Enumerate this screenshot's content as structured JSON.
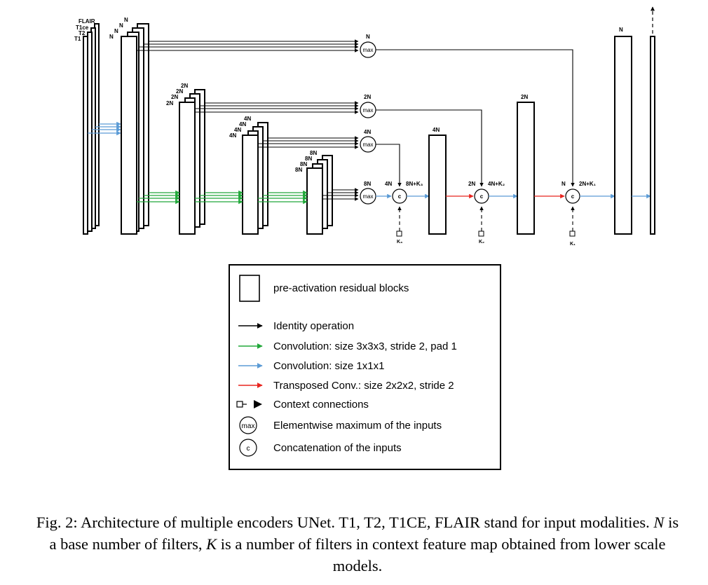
{
  "diagram": {
    "inputs": [
      "FLAIR",
      "T1ce",
      "T2",
      "T1"
    ],
    "encoder_levels": [
      {
        "filters": [
          "N",
          "N",
          "N",
          "N"
        ]
      },
      {
        "filters": [
          "2N",
          "2N",
          "2N",
          "2N"
        ]
      },
      {
        "filters": [
          "4N",
          "4N",
          "4N",
          "4N"
        ]
      },
      {
        "filters": [
          "8N",
          "8N",
          "8N",
          "8N"
        ]
      }
    ],
    "max_ops": [
      {
        "label": "N",
        "text": "max"
      },
      {
        "label": "2N",
        "text": "max"
      },
      {
        "label": "4N",
        "text": "max"
      },
      {
        "label": "8N",
        "text": "max"
      }
    ],
    "concat_ops": [
      {
        "left_label": "4N",
        "right_label": "8N+K₃",
        "text": "c",
        "context": "K₃"
      },
      {
        "left_label": "2N",
        "right_label": "4N+K₂",
        "text": "c",
        "context": "K₂"
      },
      {
        "left_label": "N",
        "right_label": "2N+K₁",
        "text": "c",
        "context": "K₁"
      }
    ],
    "decoder_blocks": [
      "4N",
      "2N",
      "N"
    ],
    "colors": {
      "identity": "#000000",
      "conv_stride2": "#22a83a",
      "conv_1x1": "#5b9bd5",
      "transposed": "#e8251f"
    }
  },
  "legend": {
    "block": "pre-activation residual blocks",
    "identity": "Identity operation",
    "conv_stride2": "Convolution: size 3x3x3, stride 2, pad 1",
    "conv_1x1": "Convolution: size 1x1x1",
    "transposed": "Transposed Conv.: size 2x2x2, stride 2",
    "context": "Context connections",
    "max": "Elementwise maximum of the inputs",
    "max_symbol": "max",
    "concat": "Concatenation of the inputs",
    "concat_symbol": "c"
  },
  "caption": {
    "p1": "Fig. 2: Architecture of multiple encoders UNet. T1, T2, T1CE, FLAIR stand for input modalities. ",
    "N": "N",
    "p2": " is a base number of filters, ",
    "K": "K",
    "p3": " is a number of filters in context feature map obtained from lower scale models."
  }
}
